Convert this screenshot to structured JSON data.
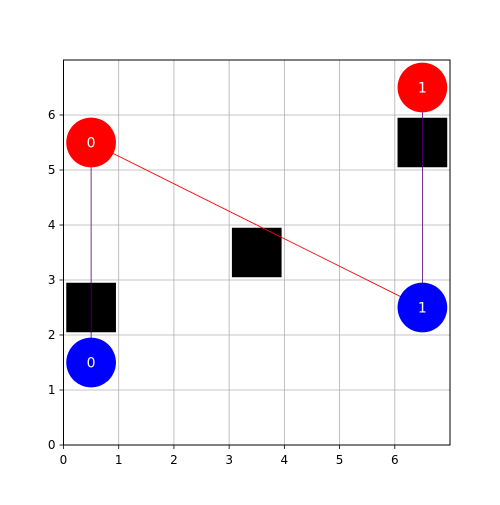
{
  "chart_data": {
    "type": "scatter",
    "xlim": [
      0,
      7
    ],
    "ylim": [
      0,
      7
    ],
    "grid": true,
    "x_ticks": [
      0,
      1,
      2,
      3,
      4,
      5,
      6
    ],
    "y_ticks": [
      0,
      1,
      2,
      3,
      4,
      5,
      6
    ],
    "grid_color": "#b0b0b0",
    "obstacles": [
      {
        "x": 0.5,
        "y": 2.5
      },
      {
        "x": 3.5,
        "y": 3.5
      },
      {
        "x": 6.5,
        "y": 5.5
      }
    ],
    "obstacle_color": "#000000",
    "start_agents": [
      {
        "label": "0",
        "x": 0.5,
        "y": 1.5
      },
      {
        "label": "1",
        "x": 6.5,
        "y": 2.5
      }
    ],
    "start_color": "#0000ff",
    "goal_agents": [
      {
        "label": "0",
        "x": 0.5,
        "y": 5.5
      },
      {
        "label": "1",
        "x": 6.5,
        "y": 6.5
      }
    ],
    "goal_color": "#ff0000",
    "paths": [
      {
        "agent": "0",
        "color": "#4b0082",
        "points": [
          [
            0.5,
            1.5
          ],
          [
            0.5,
            5.5
          ]
        ]
      },
      {
        "agent": "1",
        "color": "#4b0082",
        "points": [
          [
            6.5,
            2.5
          ],
          [
            6.5,
            6.5
          ]
        ]
      },
      {
        "agent": "goal-link",
        "color": "#ff0000",
        "points": [
          [
            0.5,
            5.5
          ],
          [
            6.5,
            2.5
          ]
        ]
      }
    ]
  }
}
